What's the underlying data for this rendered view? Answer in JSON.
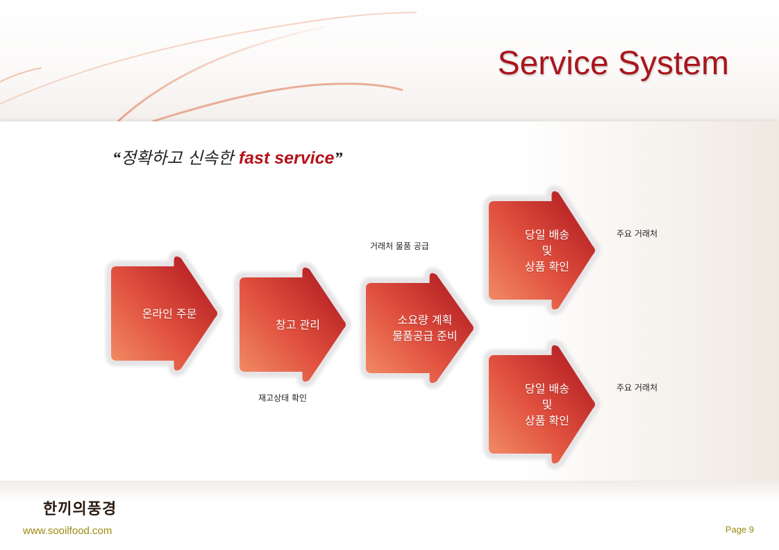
{
  "header": {
    "title": "Service System"
  },
  "tagline": {
    "open_quote": "“",
    "korean": "정확하고 신속한 ",
    "accent": "fast service",
    "close_quote": "”"
  },
  "steps": [
    {
      "label": "온라인 주문"
    },
    {
      "label": "창고 관리"
    },
    {
      "label": "소요량 계획\n물품공급 준비"
    },
    {
      "label": "당일 배송\n및\n상품 확인"
    },
    {
      "label": "당일 배송\n및\n상품 확인"
    }
  ],
  "notes": [
    {
      "text": "재고상태 확인"
    },
    {
      "text": "거래처 물품 공급"
    },
    {
      "text": "주요 거래처"
    },
    {
      "text": "주요 거래처"
    }
  ],
  "footer": {
    "logo_text": "한끼의풍경",
    "website": "www.sooilfood.com",
    "page": "Page 9"
  },
  "colors": {
    "title": "#a8161c",
    "arrow_light": "#f08a60",
    "arrow_dark": "#b0161e",
    "accent": "#b3141a"
  }
}
